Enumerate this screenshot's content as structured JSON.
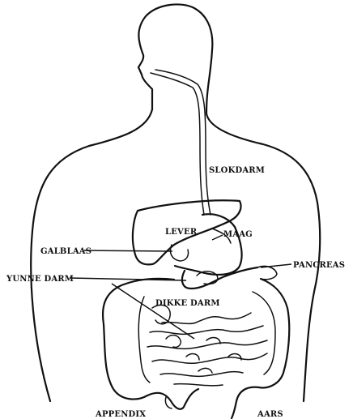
{
  "labels": {
    "slokdarm": "SLOKDARM",
    "lever": "LEVER",
    "maag": "MAAG",
    "galblaas": "GALBLAAS",
    "pancreas": "PANCREAS",
    "dunne_darm": "YUNNE DARM",
    "dikke_darm": "DIKKE DARM",
    "appendix": "APPENDIX",
    "aars": "AARS"
  }
}
